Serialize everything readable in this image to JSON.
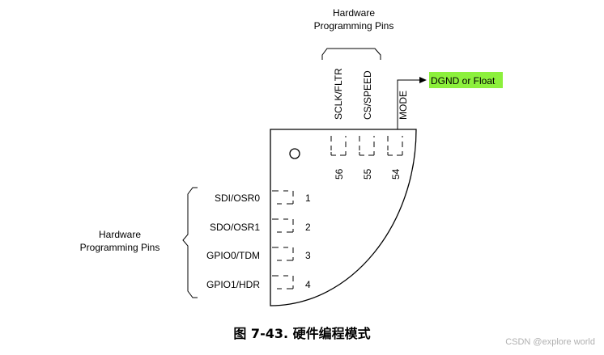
{
  "top_group_label": [
    "Hardware",
    "Programming Pins"
  ],
  "left_group_label": [
    "Hardware",
    "Programming Pins"
  ],
  "top_pins": [
    {
      "name": "SCLK/FLTR",
      "number": "56"
    },
    {
      "name": "CS/SPEED",
      "number": "55"
    },
    {
      "name": "MODE",
      "number": "54"
    }
  ],
  "left_pins": [
    {
      "name": "SDI/OSR0",
      "number": "1"
    },
    {
      "name": "SDO/OSR1",
      "number": "2"
    },
    {
      "name": "GPIO0/TDM",
      "number": "3"
    },
    {
      "name": "GPIO1/HDR",
      "number": "4"
    }
  ],
  "mode_connection": {
    "label": "DGND or Float",
    "highlight_color": "#8cf03c"
  },
  "caption": "图 7-43. 硬件编程模式",
  "watermark": "CSDN @explore world"
}
